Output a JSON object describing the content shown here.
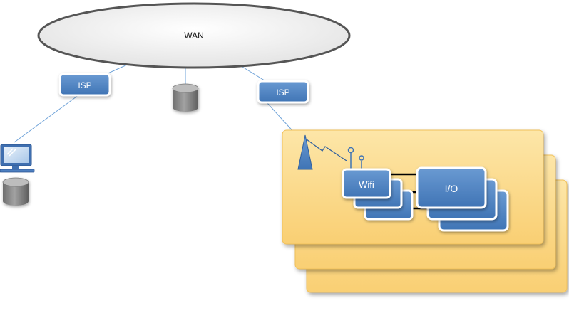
{
  "diagram": {
    "wan_label": "WAN",
    "isp_left_label": "ISP",
    "isp_right_label": "ISP",
    "wifi_label": "Wifi",
    "io_label": "I/O"
  },
  "colors": {
    "node_blue": "#4f86c6",
    "node_border": "#ffffff",
    "site_yellow": "#fcd98a",
    "site_border": "#f1c15a",
    "link_line": "#6fa3d9",
    "wan_fill": "#efefef",
    "storage_gray": "#8c8c8c"
  },
  "icons": {
    "server": "storage-cylinder-icon",
    "workstation": "desktop-computer-icon",
    "antenna": "antenna-tower-icon",
    "wireless": "wireless-link-icon"
  }
}
